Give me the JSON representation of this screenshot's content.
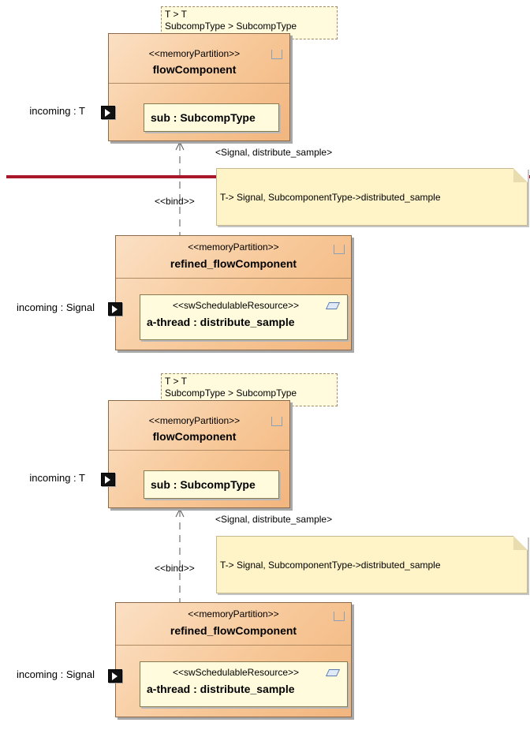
{
  "top_panel": {
    "template_params": [
      "T > T",
      "SubcompType > SubcompType"
    ],
    "component": {
      "stereotype": "<<memoryPartition>>",
      "name": "flowComponent",
      "part": "sub : SubcompType",
      "port_label": "incoming : T"
    },
    "binding_label": "<Signal, distribute_sample>",
    "bind_stereotype": "<<bind>>",
    "note": "T-> Signal, SubcomponentType->distributed_sample",
    "refined": {
      "stereotype": "<<memoryPartition>>",
      "name": "refined_flowComponent",
      "part_stereotype": "<<swSchedulableResource>>",
      "part": "a-thread : distribute_sample",
      "port_label": "incoming : Signal"
    }
  },
  "bottom_panel": {
    "template_params": [
      "T > T",
      "SubcompType > SubcompType"
    ],
    "component": {
      "stereotype": "<<memoryPartition>>",
      "name": "flowComponent",
      "part": "sub : SubcompType",
      "port_label": "incoming : T"
    },
    "binding_label": "<Signal, distribute_sample>",
    "bind_stereotype": "<<bind>>",
    "note": "T-> Signal, SubcomponentType->distributed_sample",
    "refined": {
      "stereotype": "<<memoryPartition>>",
      "name": "refined_flowComponent",
      "part_stereotype": "<<swSchedulableResource>>",
      "part": "a-thread : distribute_sample",
      "port_label": "incoming : Signal"
    }
  },
  "colors": {
    "component_fill": "#f7c797",
    "part_fill": "#fffbdc",
    "note_fill": "#fff4c8",
    "divider": "#a8172a"
  }
}
